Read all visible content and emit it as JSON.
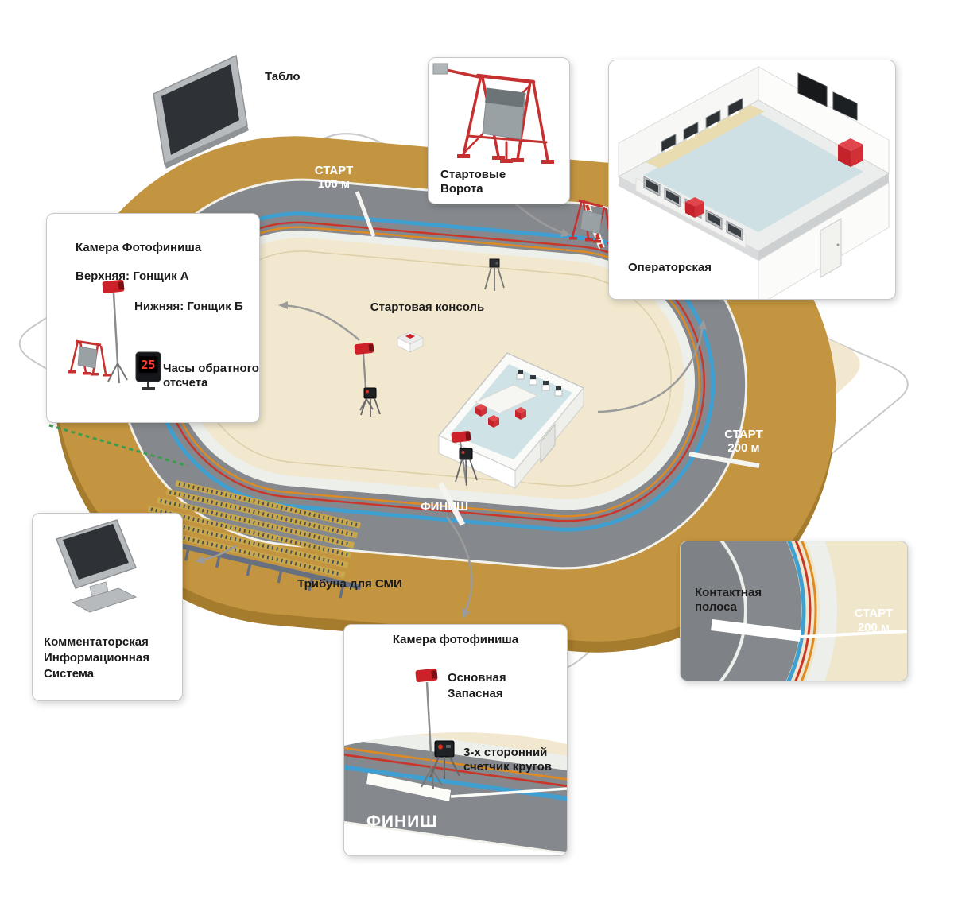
{
  "scene": {
    "scoreboard_label": "Табло",
    "tribune_label": "Трибуна для СМИ",
    "console_label": "Стартовая консоль",
    "marks": {
      "start100": [
        "СТАРТ",
        "100 м"
      ],
      "start200": [
        "СТАРТ",
        "200 м"
      ],
      "finish": "ФИНИШ"
    }
  },
  "callouts": {
    "starting_gates": {
      "title": [
        "Стартовые",
        "Ворота"
      ]
    },
    "operator_room": {
      "title": "Операторская"
    },
    "photo_finish_a": {
      "title": "Камера Фотофиниша",
      "upper": "Верхняя: Гонщик А",
      "lower": "Нижняя: Гонщик Б",
      "clock_label": [
        "Часы обратного",
        "отсчета"
      ],
      "clock_value": "25"
    },
    "commentator": {
      "title": [
        "Комментаторская",
        "Информационная",
        "Система"
      ]
    },
    "photo_finish_b": {
      "title": "Камера фотофиниша",
      "main": "Основная",
      "backup": "Запасная",
      "counter_label": [
        "3-х сторонний",
        "счетчик кругов"
      ],
      "finish_mark": "ФИНИШ"
    },
    "contact_strip": {
      "title": [
        "Контактная",
        "полоса"
      ],
      "start200": [
        "СТАРТ",
        "200 м"
      ]
    }
  },
  "colors": {
    "banking": "#c49540",
    "track_surface": "#85898d",
    "stayer_line_blue": "#3f9fd0",
    "sprinter_line_red": "#c9372b",
    "measurement_line_orange": "#dd8a24",
    "infield_beige": "#f2e8cf",
    "equipment_red": "#cc2128",
    "arrow_gray": "#9b9b9b",
    "sight_line_green": "#3f9b4e"
  }
}
